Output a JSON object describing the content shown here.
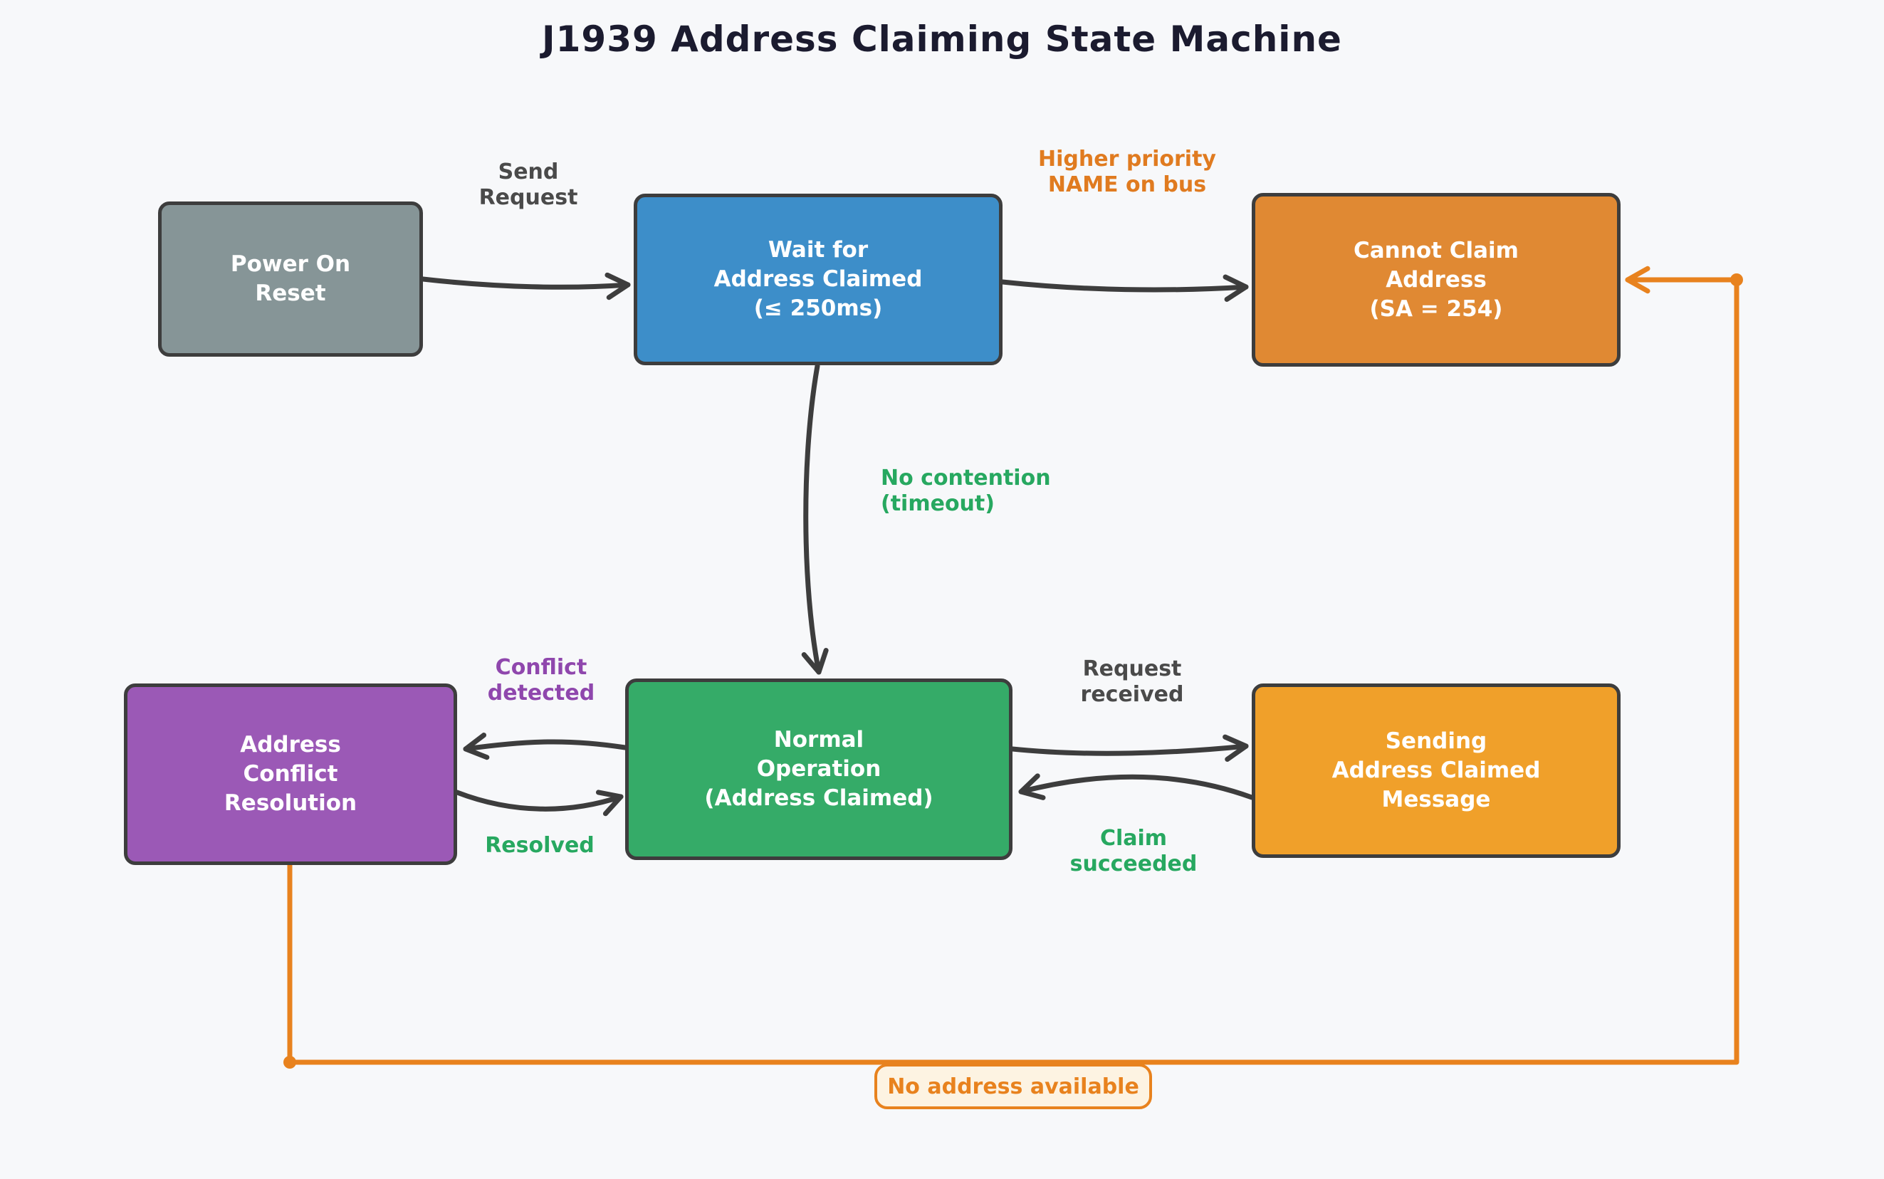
{
  "title": "J1939 Address Claiming State Machine",
  "colors": {
    "background": "#f7f8fa",
    "title_text": "#1b1b2f",
    "box_border": "#3d3d3d",
    "box_text": "#ffffff",
    "arrow_dark": "#3d3d3d",
    "arrow_orange": "#e8821e",
    "badge_fill": "#fdf3e2"
  },
  "states": {
    "power_on_reset": {
      "label": "Power On\nReset",
      "color": "#869597"
    },
    "wait_for_claim": {
      "label": "Wait for\nAddress Claimed\n(≤ 250ms)",
      "color": "#3d8ec9"
    },
    "cannot_claim": {
      "label": "Cannot Claim\nAddress\n(SA = 254)",
      "color": "#e08933"
    },
    "conflict_resolution": {
      "label": "Address\nConflict\nResolution",
      "color": "#9b59b6"
    },
    "normal_operation": {
      "label": "Normal\nOperation\n(Address Claimed)",
      "color": "#35ab68"
    },
    "sending_claim": {
      "label": "Sending\nAddress Claimed\nMessage",
      "color": "#f0a02a"
    }
  },
  "transitions": {
    "send_request": {
      "label": "Send\nRequest",
      "color": "#4a4a4a"
    },
    "higher_priority": {
      "label": "Higher priority\nNAME on bus",
      "color": "#e07b20"
    },
    "no_contention": {
      "label": "No contention\n(timeout)",
      "color": "#27a860"
    },
    "conflict_detected": {
      "label": "Conflict\ndetected",
      "color": "#8f47ad"
    },
    "resolved": {
      "label": "Resolved",
      "color": "#27a860"
    },
    "request_received": {
      "label": "Request\nreceived",
      "color": "#4a4a4a"
    },
    "claim_succeeded": {
      "label": "Claim\nsucceeded",
      "color": "#27a860"
    },
    "no_address": {
      "label": "No address available",
      "color": "#e8821e"
    }
  }
}
